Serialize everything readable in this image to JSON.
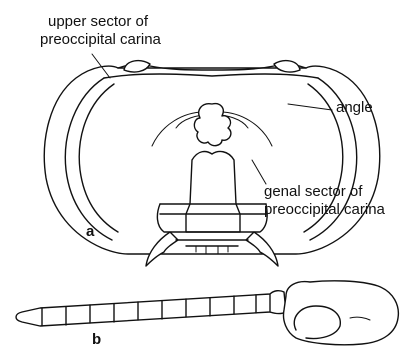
{
  "labels": {
    "upper_sector_line1": "upper sector of",
    "upper_sector_line2": "preoccipital carina",
    "angle": "angle",
    "genal_sector_line1": "genal sector of",
    "genal_sector_line2": "preoccipital carina",
    "panel_a": "a",
    "panel_b": "b"
  }
}
